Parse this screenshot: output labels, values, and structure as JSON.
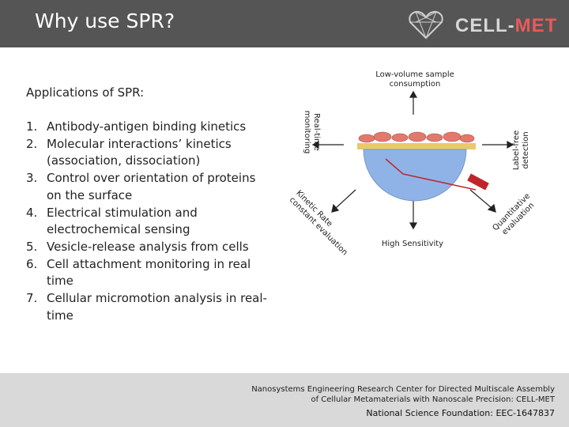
{
  "header": {
    "title": "Why use SPR?",
    "logo": {
      "part1": "CELL-",
      "part2": "MET",
      "icon": "heart-lattice-icon"
    }
  },
  "applications": {
    "heading": "Applications of SPR:",
    "items": [
      {
        "num": "1.",
        "text": "Antibody-antigen binding kinetics"
      },
      {
        "num": "2.",
        "text": "Molecular interactions’ kinetics (association, dissociation)"
      },
      {
        "num": "3.",
        "text": "Control over orientation of proteins on the surface"
      },
      {
        "num": "4.",
        "text": "Electrical stimulation and electrochemical sensing"
      },
      {
        "num": "5.",
        "text": "Vesicle-release analysis from cells"
      },
      {
        "num": "6.",
        "text": "Cell attachment monitoring in real time"
      },
      {
        "num": "7.",
        "text": "Cellular micromotion analysis in real-time"
      }
    ]
  },
  "diagram": {
    "top": "Low-volume sample consumption",
    "right": "Label-free detection",
    "left": "Real-time monitoring",
    "bottom_left": "Kinetic Rate constant evaluation",
    "bottom_right": "Quantitative evaluation",
    "bottom": "High Sensitivity",
    "colors": {
      "prism": "#8fb3e6",
      "cells": "#e07a6a",
      "laser": "#c0252c"
    }
  },
  "footer": {
    "line1": "Nanosystems Engineering Research Center for Directed Multiscale Assembly",
    "line2": "of Cellular Metamaterials with Nanoscale Precision: CELL-MET",
    "nsf": "National Science Foundation: EEC-1647837"
  }
}
